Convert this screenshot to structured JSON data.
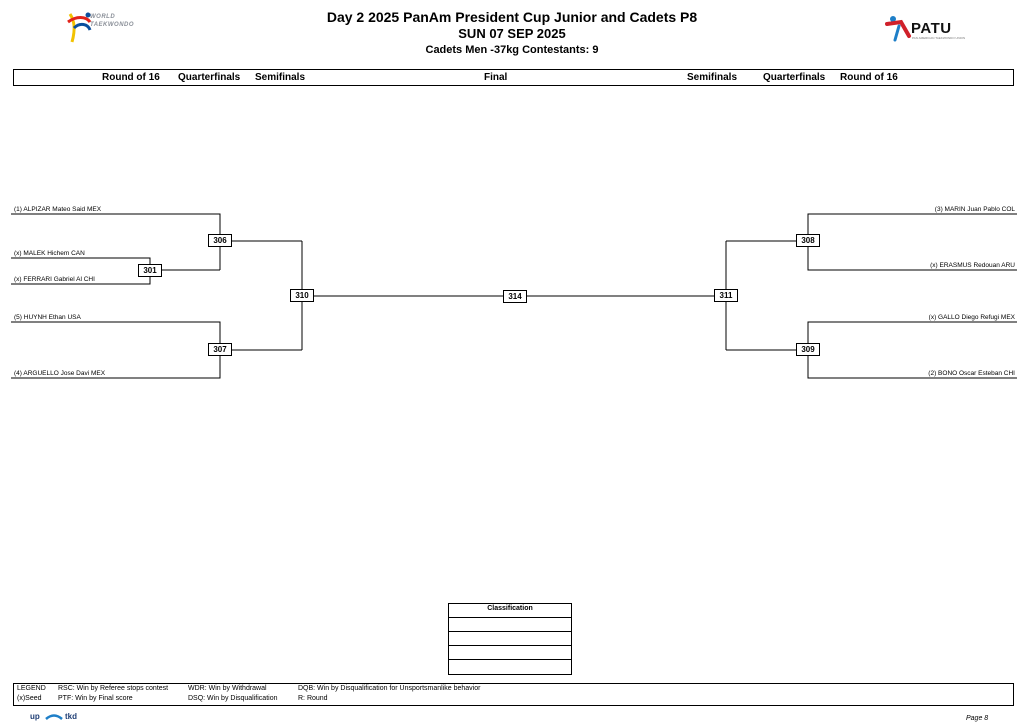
{
  "header": {
    "title": "Day 2 2025 PanAm President Cup  Junior and Cadets P8",
    "date": "SUN 07 SEP 2025",
    "subtitle": "Cadets  Men -37kg  Contestants: 9",
    "left_logo_text_1": "WORLD",
    "left_logo_text_2": "TAEKWONDO",
    "right_logo_text": "PATU",
    "right_logo_sub": "PAN AMERICAN TAEKWONDO UNION"
  },
  "rounds": {
    "left_r16": "Round of 16",
    "left_qf": "Quarterfinals",
    "left_sf": "Semifinals",
    "final": "Final",
    "right_sf": "Semifinals",
    "right_qf": "Quarterfinals",
    "right_r16": "Round of 16"
  },
  "competitors": {
    "left": [
      "(1) ALPIZAR Mateo Said MEX",
      "(x) MALEK Hichem CAN",
      "(x) FERRARI Gabriel Al CHI",
      "(5) HUYNH Ethan USA",
      "(4) ARGUELLO Jose Davi MEX"
    ],
    "right": [
      "(3) MARIN Juan Pablo COL",
      "(x) ERASMUS Redouan ARU",
      "(x) GALLO Diego Refugi MEX",
      "(2) BONO Oscar Esteban CHI"
    ]
  },
  "matches": {
    "m301": "301",
    "m306": "306",
    "m307": "307",
    "m310": "310",
    "m314": "314",
    "m311": "311",
    "m308": "308",
    "m309": "309"
  },
  "classification": {
    "title": "Classification"
  },
  "legend": {
    "label": "LEGEND",
    "seed": "(x)Seed",
    "rsc": "RSC: Win by Referee stops contest",
    "ptf": "PTF: Win by Final score",
    "wdr": "WDR: Win by Withdrawal",
    "dsq": "DSQ: Win by Disqualification",
    "dqb": "DQB: Win by Disqualification for Unsportsmanlike behavior",
    "r": "R: Round"
  },
  "footer": {
    "brand_left": "up",
    "brand_right": "tkd",
    "page": "Page 8"
  },
  "colors": {
    "wt_red": "#e2231a",
    "wt_blue": "#0a4f9e",
    "wt_yellow": "#f2c200",
    "patu_red": "#d0202a",
    "patu_blue": "#1e7fc8",
    "uptkd_blue": "#1f3e75"
  }
}
